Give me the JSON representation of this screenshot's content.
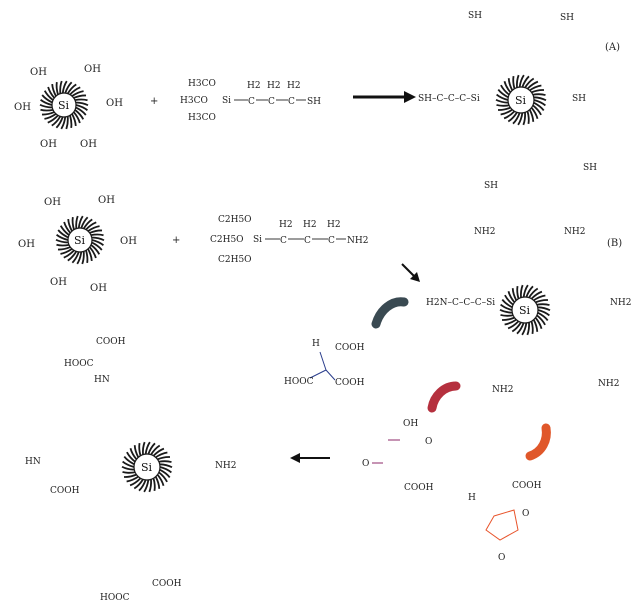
{
  "labels": {
    "scheme_a": "(A)",
    "scheme_b": "(B)",
    "plus": "+",
    "si": "Si",
    "oh": "OH"
  },
  "mptms": {
    "o_ch3_top": "H3CO",
    "o_ch3_mid": "H3CO",
    "o_ch3_bot": "H3CO",
    "chain": "Si–CH2–CH2–CH2–SH",
    "h2_1": "H2",
    "h2_2": "H2",
    "h2_3": "H2",
    "c": "C",
    "sh": "SH"
  },
  "aptes": {
    "o_et_top": "C2H5O",
    "o_et_mid": "C2H5O",
    "o_et_bot": "C2H5O",
    "nh2": "NH2"
  },
  "product_a": {
    "sh": "SH",
    "arm": "SH–C–C–C–Si"
  },
  "product_b": {
    "nh2": "NH2",
    "arm": "H2N–C–C–C–Si"
  },
  "reagents": {
    "maleic": {
      "cooh1": "COOH",
      "cooh2": "COOH",
      "hooc": "HOOC",
      "h": "H"
    },
    "acetonedicarboxylic": {
      "oh": "OH",
      "o": "O",
      "cooh": "COOH"
    },
    "itaconic_anhydride": {
      "cooh": "COOH",
      "h": "H",
      "o1": "O",
      "o2": "O"
    }
  },
  "final": {
    "nh2": "NH2",
    "hn": "HN",
    "cooh": "COOH",
    "hooc": "HOOC"
  },
  "colors": {
    "black": "#1a1a1a",
    "blue": "#2a3d8c",
    "orange": "#e8542b",
    "purple": "#8c2a6a",
    "arrow_gray": "#3a4a52",
    "arrow_red": "#b5303e",
    "arrow_orange": "#e0572a"
  }
}
